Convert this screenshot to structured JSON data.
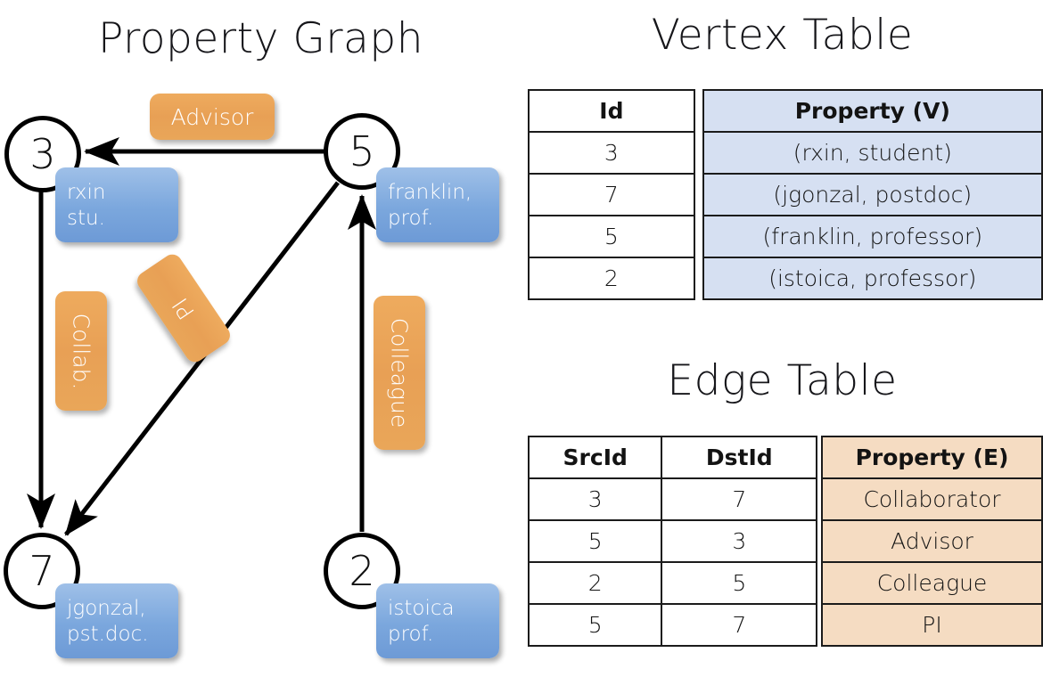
{
  "titles": {
    "property_graph": "Property Graph",
    "vertex_table": "Vertex Table",
    "edge_table": "Edge Table"
  },
  "colors": {
    "vertex_property_fill": "#D6E0F2",
    "edge_property_fill": "#F5DCC2",
    "vertex_box_blue": "#7BA7DD",
    "edge_label_orange": "#E8A055",
    "stroke": "#000000",
    "background": "#FFFFFF"
  },
  "graph": {
    "nodes": [
      {
        "id": "3",
        "property_line1": "rxin",
        "property_line2": "stu."
      },
      {
        "id": "5",
        "property_line1": "franklin,",
        "property_line2": "prof."
      },
      {
        "id": "7",
        "property_line1": "jgonzal,",
        "property_line2": "pst.doc."
      },
      {
        "id": "2",
        "property_line1": "istoica",
        "property_line2": "prof."
      }
    ],
    "edge_labels": [
      {
        "name": "advisor",
        "text": "Advisor",
        "orientation": "horizontal"
      },
      {
        "name": "collab",
        "text": "Collab.",
        "orientation": "vertical"
      },
      {
        "name": "pi",
        "text": "PI",
        "orientation": "diagonal"
      },
      {
        "name": "colleague",
        "text": "Colleague",
        "orientation": "vertical"
      }
    ],
    "edges": [
      {
        "from": "5",
        "to": "3",
        "label": "Advisor"
      },
      {
        "from": "3",
        "to": "7",
        "label": "Collab."
      },
      {
        "from": "5",
        "to": "7",
        "label": "PI"
      },
      {
        "from": "2",
        "to": "5",
        "label": "Colleague"
      }
    ]
  },
  "vertex_table": {
    "headers": [
      "Id",
      "Property (V)"
    ],
    "rows": [
      {
        "id": "3",
        "property": "(rxin, student)"
      },
      {
        "id": "7",
        "property": "(jgonzal, postdoc)"
      },
      {
        "id": "5",
        "property": "(franklin, professor)"
      },
      {
        "id": "2",
        "property": "(istoica, professor)"
      }
    ]
  },
  "edge_table": {
    "headers": [
      "SrcId",
      "DstId",
      "Property (E)"
    ],
    "rows": [
      {
        "src": "3",
        "dst": "7",
        "property": "Collaborator"
      },
      {
        "src": "5",
        "dst": "3",
        "property": "Advisor"
      },
      {
        "src": "2",
        "dst": "5",
        "property": "Colleague"
      },
      {
        "src": "5",
        "dst": "7",
        "property": "PI"
      }
    ]
  }
}
